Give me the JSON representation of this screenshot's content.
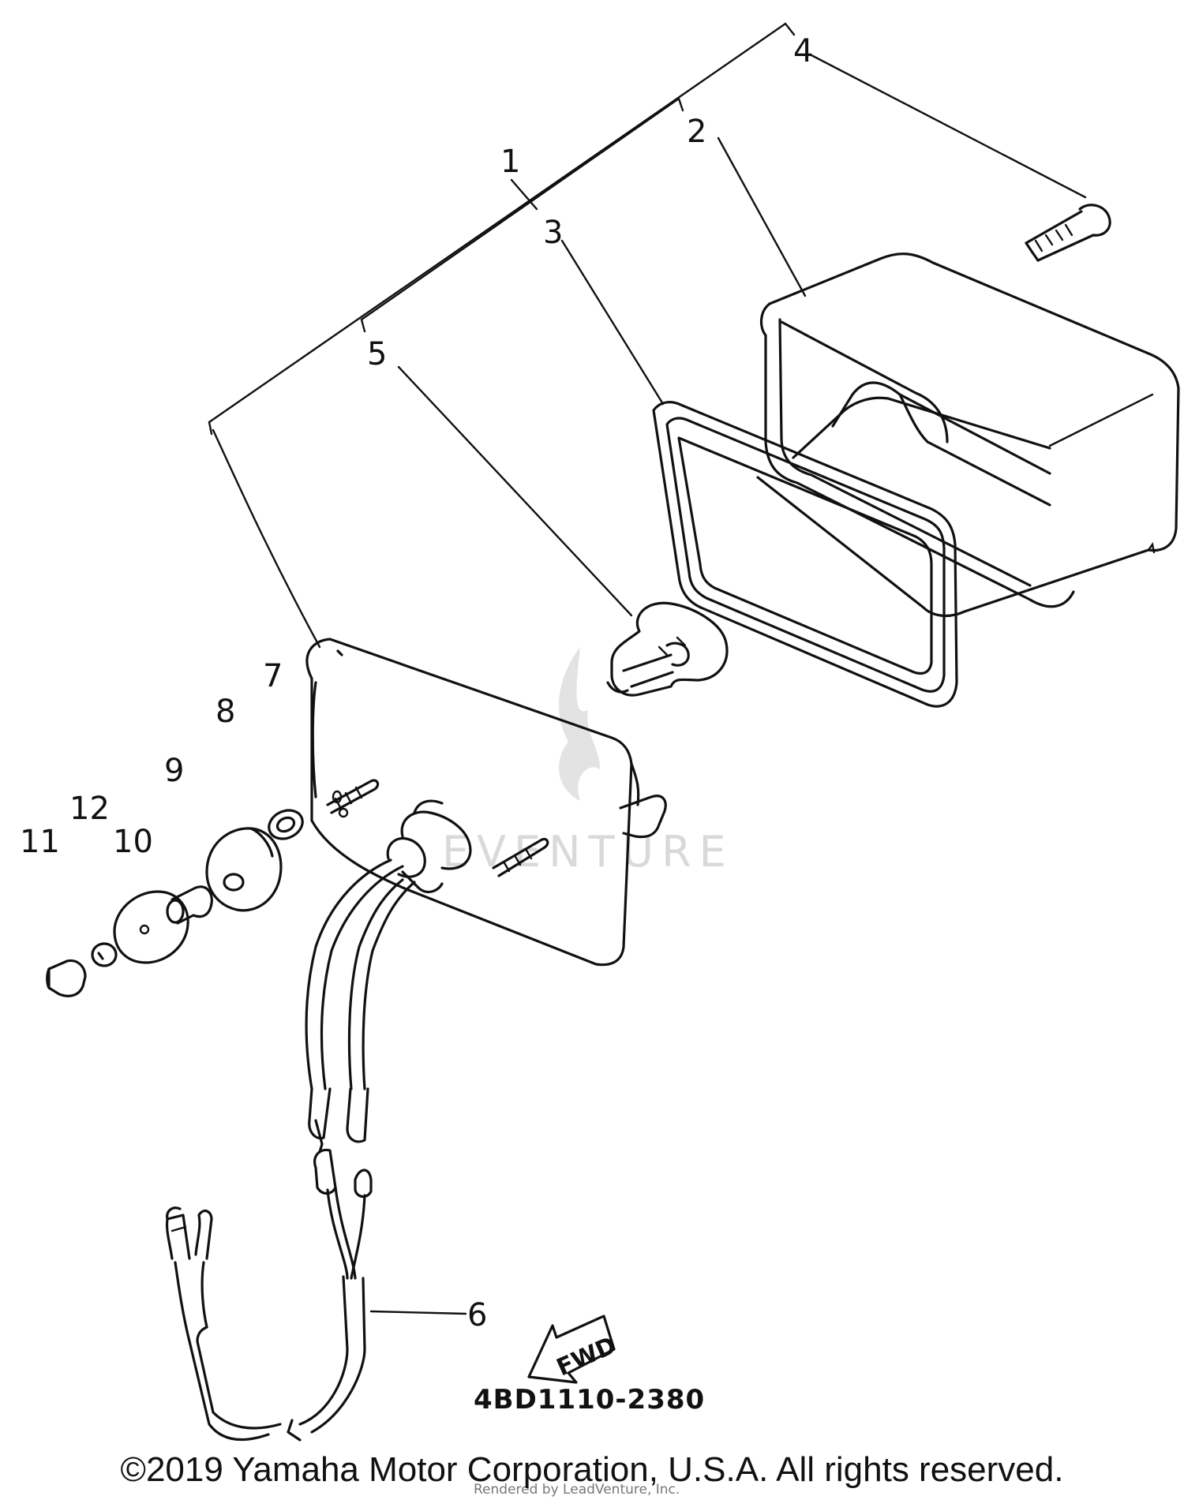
{
  "diagram": {
    "callouts": [
      "1",
      "2",
      "3",
      "4",
      "5",
      "6",
      "7",
      "8",
      "9",
      "10",
      "11",
      "12"
    ],
    "diagram_code": "4BD1110-2380",
    "direction_arrow": "FWD",
    "watermark": "EVENTURE",
    "watermark_small": "Rendered by LeadVenture, Inc.",
    "copyright": "©2019 Yamaha Motor Corporation, U.S.A. All rights reserved."
  },
  "colors": {
    "ink": "#111111",
    "background": "#ffffff",
    "watermark": "#d9d9d9"
  }
}
